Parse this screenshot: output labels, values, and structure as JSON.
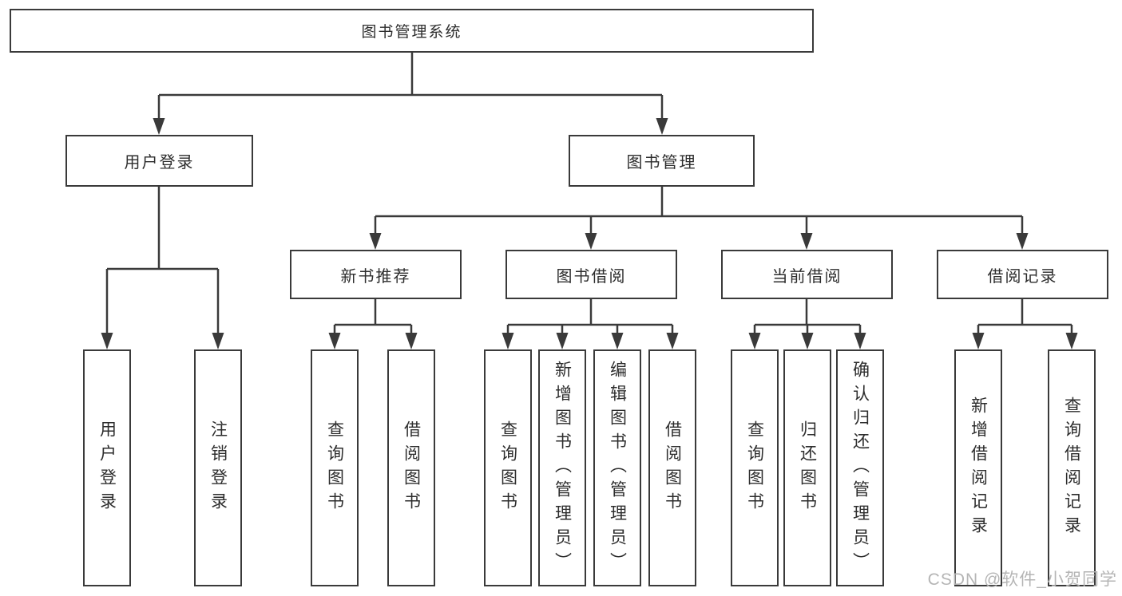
{
  "diagram": {
    "root": {
      "label": "图书管理系统",
      "children": [
        {
          "label": "用户登录",
          "children": [
            {
              "label": "用户登录"
            },
            {
              "label": "注销登录"
            }
          ]
        },
        {
          "label": "图书管理",
          "children": [
            {
              "label": "新书推荐",
              "children": [
                {
                  "label": "查询图书"
                },
                {
                  "label": "借阅图书"
                }
              ]
            },
            {
              "label": "图书借阅",
              "children": [
                {
                  "label": "查询图书"
                },
                {
                  "label": "新增图书（管理员）"
                },
                {
                  "label": "编辑图书（管理员）"
                },
                {
                  "label": "借阅图书"
                }
              ]
            },
            {
              "label": "当前借阅",
              "children": [
                {
                  "label": "查询图书"
                },
                {
                  "label": "归还图书"
                },
                {
                  "label": "确认归还（管理员）"
                }
              ]
            },
            {
              "label": "借阅记录",
              "children": [
                {
                  "label": "新增借阅记录"
                },
                {
                  "label": "查询借阅记录"
                }
              ]
            }
          ]
        }
      ]
    }
  },
  "watermark": {
    "text": "CSDN @软件_小贺同学"
  },
  "colors": {
    "line": "#3a3a3a",
    "text": "#2d2d2d",
    "watermark_text": "#b5b5b5",
    "background": "#ffffff"
  }
}
